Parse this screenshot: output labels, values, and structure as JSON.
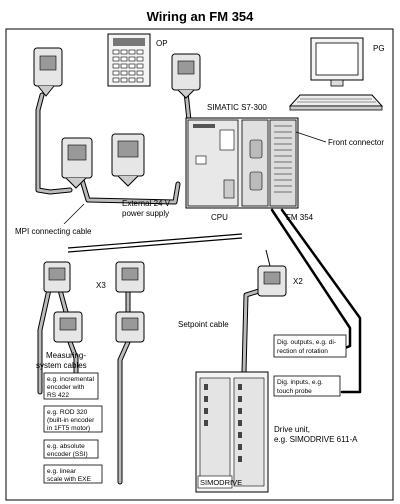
{
  "title": "Wiring an FM 354",
  "labels": {
    "op": "OP",
    "pg": "PG",
    "simatic": "SIMATIC S7-300",
    "front_connector": "Front connector",
    "ext_power_1": "External 24 V",
    "ext_power_2": "power supply",
    "cpu": "CPU",
    "fm": "FM 354",
    "mpi_cable": "MPI connecting cable",
    "x3": "X3",
    "x2": "X2",
    "setpoint_cable": "Setpoint cable",
    "measuring_1": "Measuring-",
    "measuring_2": "system cables",
    "drive_unit_1": "Drive unit,",
    "drive_unit_2": "e.g. SIMODRIVE 611-A",
    "simodrive_badge": "SIMODRIVE"
  },
  "encoder_boxes": [
    {
      "lines": [
        "e.g. incremental",
        "encoder with",
        "RS 422"
      ]
    },
    {
      "lines": [
        "e.g. ROD 320",
        "(built-in encoder",
        "in 1FT5 motor)"
      ]
    },
    {
      "lines": [
        "e.g. absolute",
        "encoder (SSI)"
      ]
    },
    {
      "lines": [
        "e.g. linear",
        "scale with EXE"
      ]
    }
  ],
  "io_boxes": [
    {
      "lines": [
        "Dig. outputs, e.g. di-",
        "rection of rotation"
      ]
    },
    {
      "lines": [
        "Dig. inputs, e.g.",
        "touch probe"
      ]
    }
  ]
}
